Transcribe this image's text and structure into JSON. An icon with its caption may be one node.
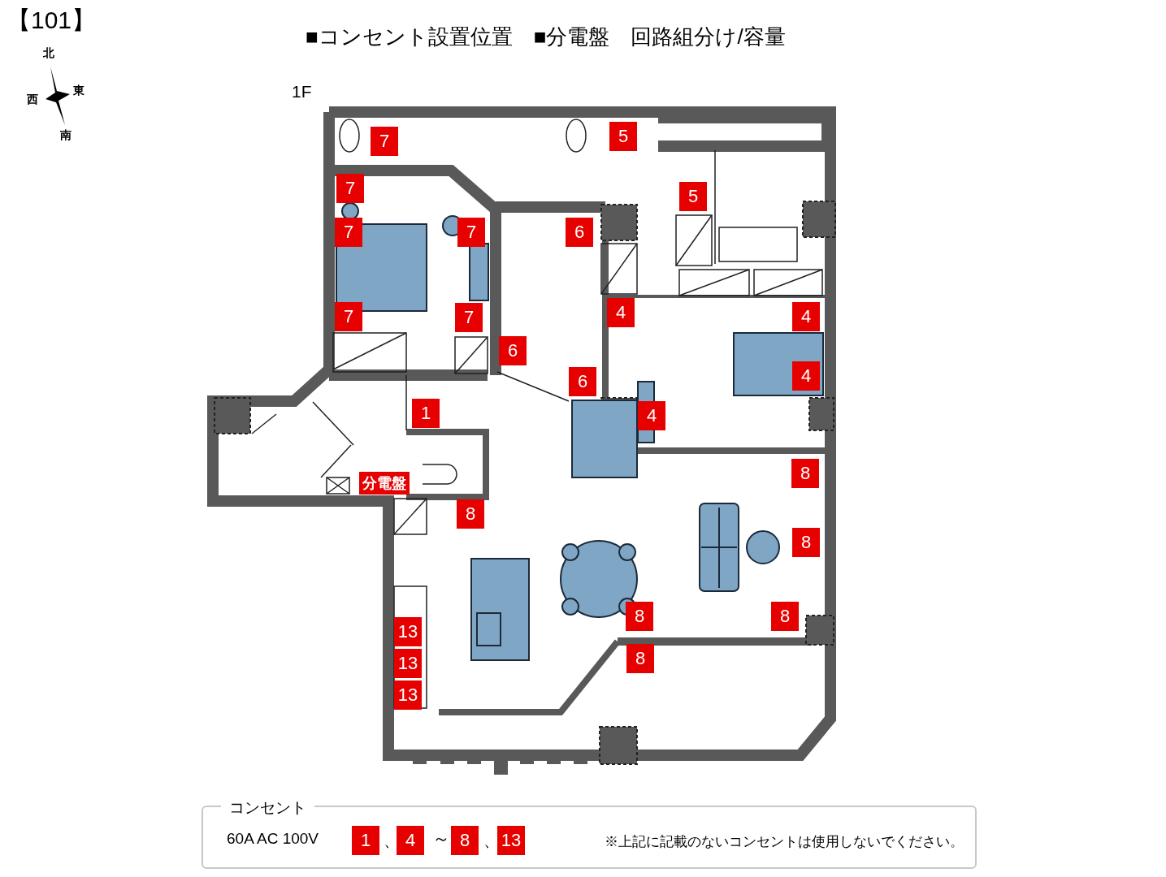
{
  "diagram": {
    "title": "■コンセント設置位置　■分電盤　回路組分け/容量",
    "nodes": [
      {
        "text": [
          "7"
        ]
      },
      {
        "text": [
          "5"
        ]
      },
      {
        "text": [
          "7"
        ]
      },
      {
        "text": [
          "5"
        ]
      },
      {
        "text": [
          "7"
        ]
      },
      {
        "text": [
          "7"
        ]
      },
      {
        "text": [
          "6"
        ]
      },
      {
        "text": [
          "4"
        ]
      },
      {
        "text": [
          "7"
        ]
      },
      {
        "text": [
          "7"
        ]
      },
      {
        "text": [
          "4"
        ]
      },
      {
        "text": [
          "6"
        ]
      },
      {
        "text": [
          "4"
        ]
      },
      {
        "text": [
          "6"
        ]
      },
      {
        "text": [
          "1"
        ]
      },
      {
        "text": [
          "4"
        ]
      },
      {
        "text": [
          "8"
        ]
      },
      {
        "text": [
          "分電盤"
        ]
      },
      {
        "text": [
          "8"
        ]
      },
      {
        "text": [
          "8"
        ]
      },
      {
        "text": [
          "8"
        ]
      },
      {
        "text": [
          "8"
        ]
      },
      {
        "text": [
          "13"
        ]
      },
      {
        "text": [
          "8"
        ]
      },
      {
        "text": [
          "13"
        ]
      },
      {
        "text": [
          "13"
        ]
      },
      {
        "text": [
          "コンセント",
          "60A  AC 100V",
          "※上記に記載のないコンセントは使用しないでください。"
        ]
      },
      {
        "text": [
          "1"
        ],
        "in": 26
      },
      {
        "text": [
          "4"
        ],
        "in": 26
      },
      {
        "text": [
          "8"
        ],
        "in": 26
      },
      {
        "text": [
          "13"
        ],
        "in": 26
      }
    ],
    "labels": [
      "【101】",
      "北",
      "東",
      "西",
      "南",
      "1F",
      "、",
      "～",
      "、"
    ]
  }
}
